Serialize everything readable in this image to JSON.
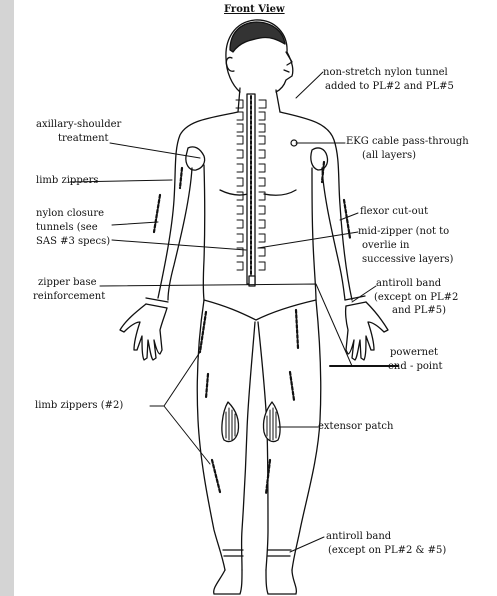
{
  "title": "Front View",
  "labels": {
    "tunnel_l1": "non-stretch nylon tunnel",
    "tunnel_l2": "added to PL#2 and PL#5",
    "axillary_l1": "axillary-shoulder",
    "axillary_l2": "treatment",
    "ekg_l1": "EKG cable pass-through",
    "ekg_l2": "(all layers)",
    "limb_zippers": "limb zippers",
    "nylon_l1": "nylon closure",
    "nylon_l2": "tunnels (see",
    "nylon_l3": "SAS #3 specs)",
    "flexor": "flexor cut-out",
    "midzip_l1": "mid-zipper (not to",
    "midzip_l2": "overlie in",
    "midzip_l3": "successive layers)",
    "zipbase_l1": "zipper base",
    "zipbase_l2": "reinforcement",
    "antiroll_l1": "antiroll band",
    "antiroll_l2": "(except on PL#2",
    "antiroll_l3": "and PL#5)",
    "powernet_l1": "powernet",
    "powernet_l2": "end - point",
    "limb_zippers_2": "limb zippers (#2)",
    "extensor": "extensor patch",
    "antiroll2_l1": "antiroll band",
    "antiroll2_l2": "(except on PL#2 & #5)"
  },
  "colors": {
    "ink": "#111111",
    "page": "#ffffff",
    "margin": "#d4d4d4"
  }
}
